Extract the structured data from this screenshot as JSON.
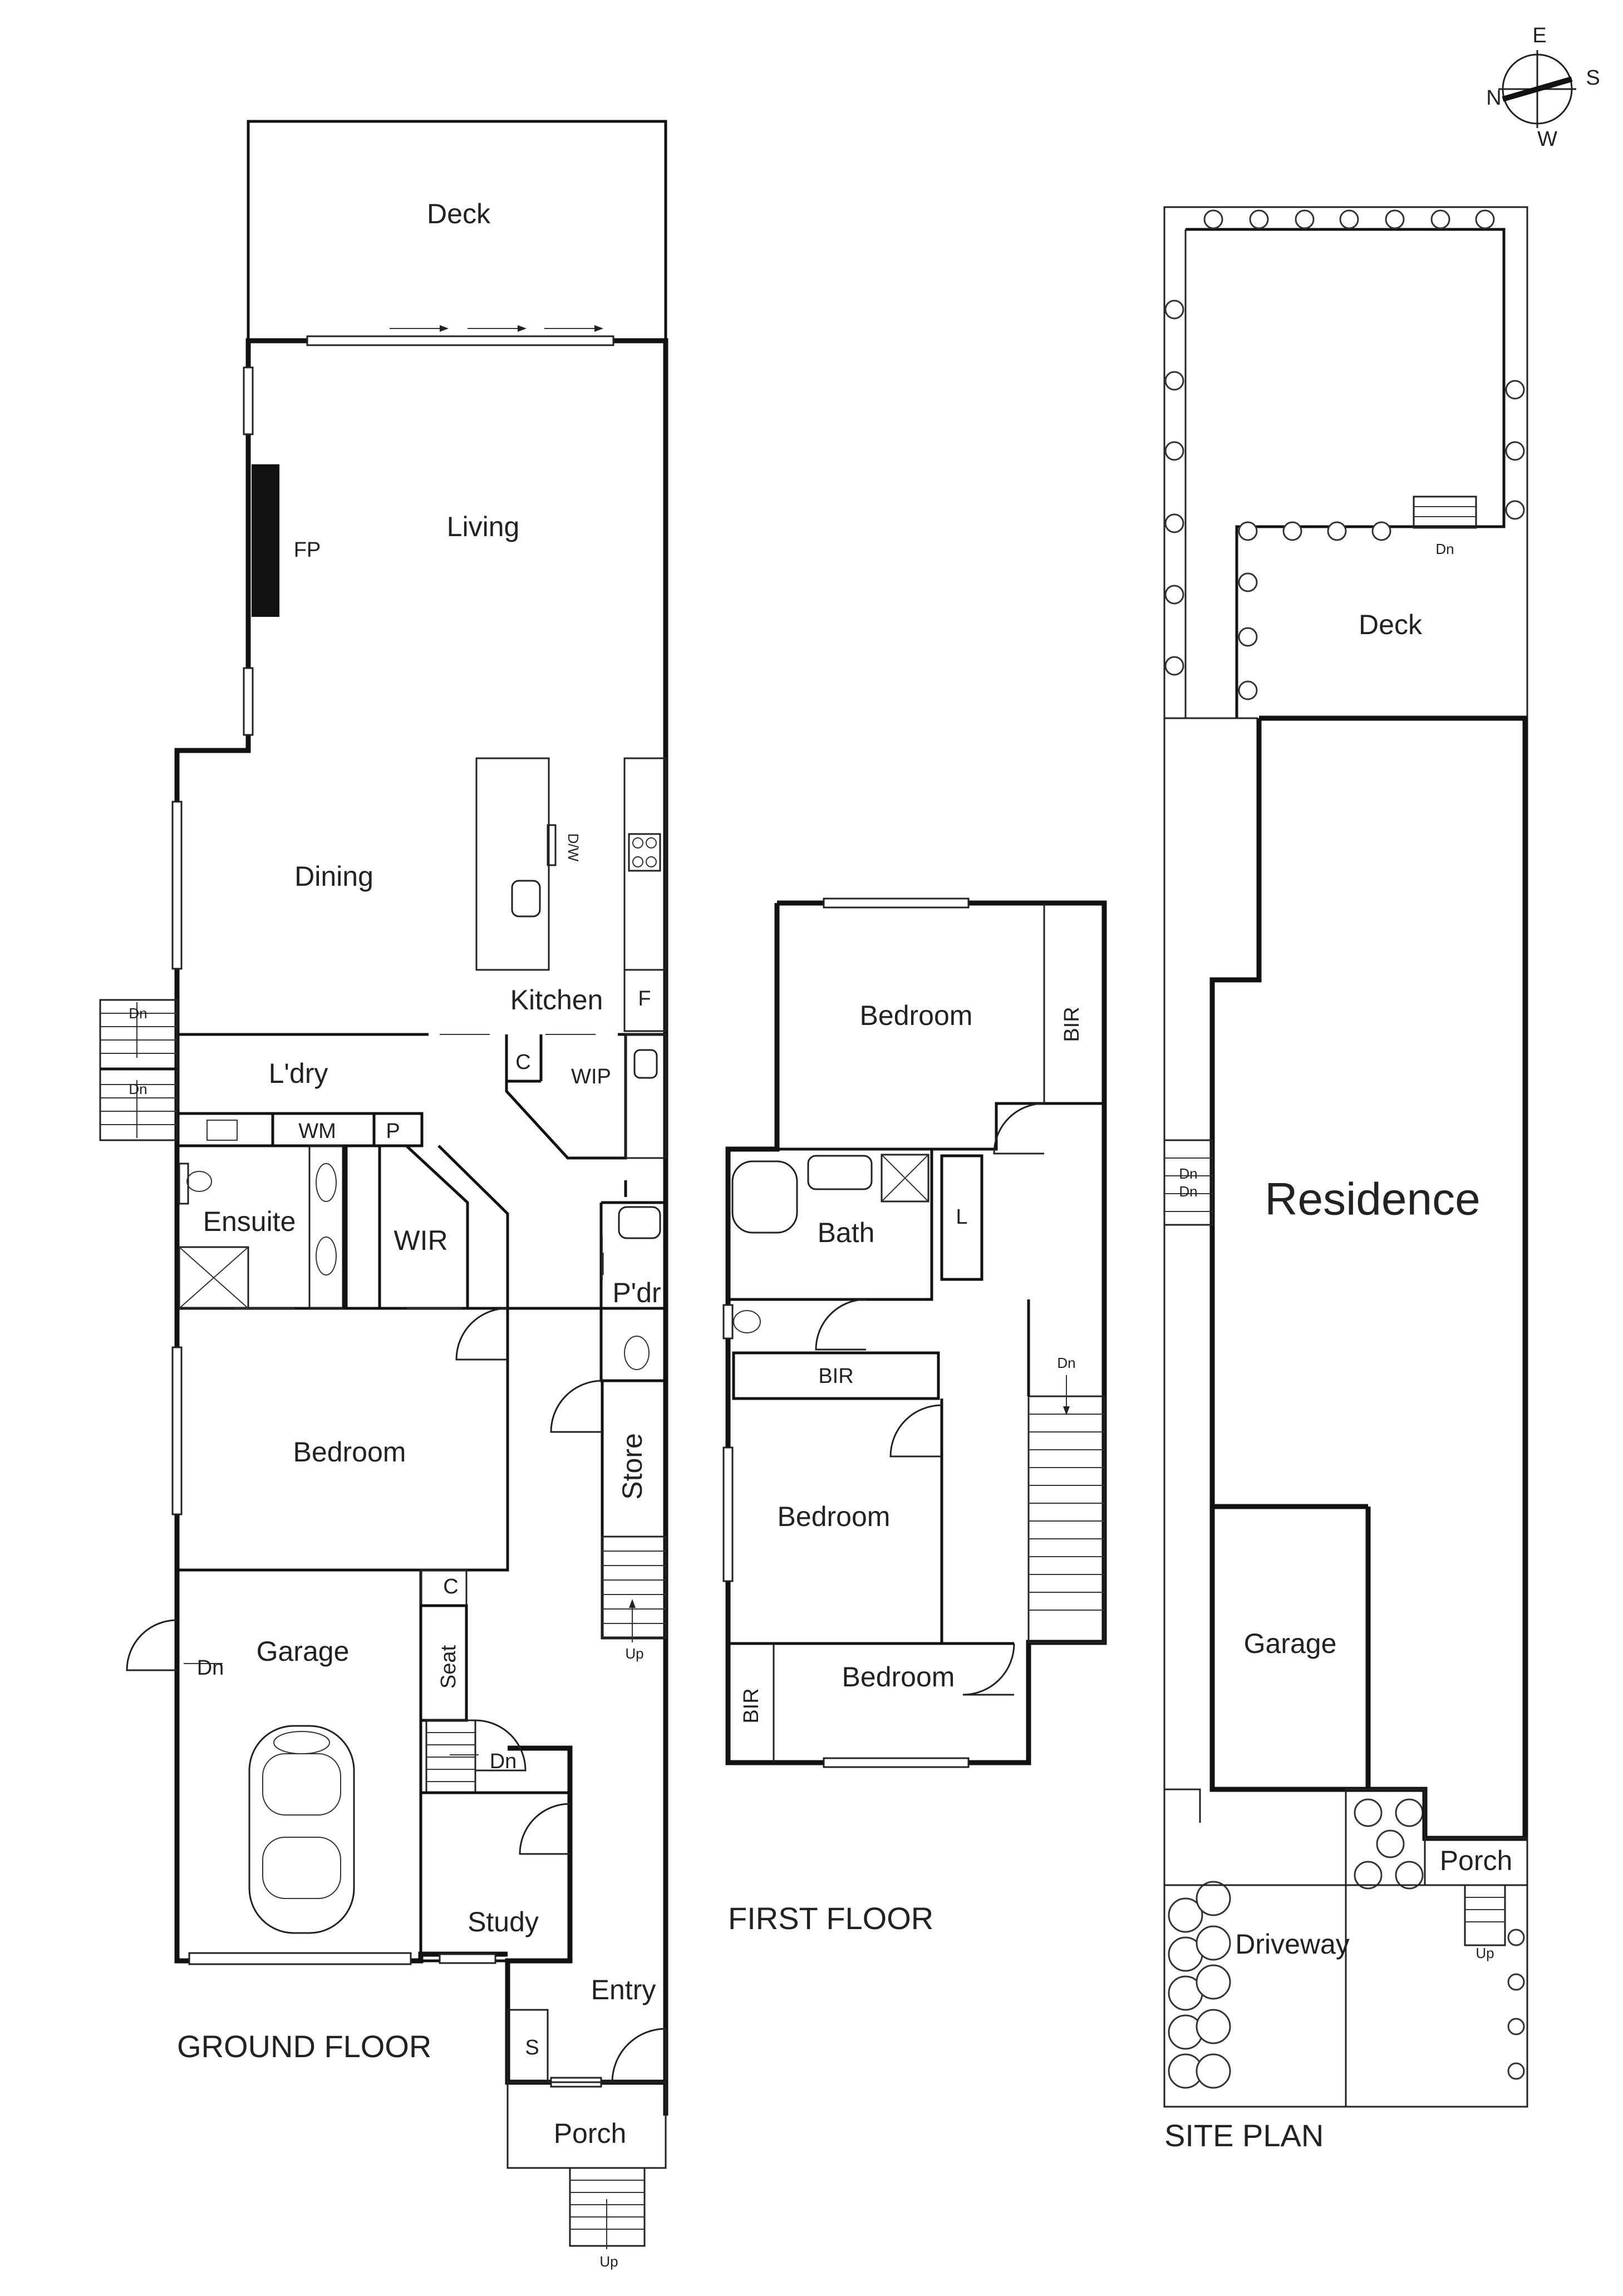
{
  "compass": {
    "e": "E",
    "s": "S",
    "w": "W",
    "n": "N"
  },
  "ground_floor": {
    "title": "GROUND FLOOR",
    "rooms": {
      "deck": "Deck",
      "living": "Living",
      "fp": "FP",
      "dining": "Dining",
      "dw": "D/W",
      "kitchen": "Kitchen",
      "fridge": "F",
      "cupboard": "C",
      "wip": "WIP",
      "laundry": "L'dry",
      "wm": "WM",
      "pantry": "P",
      "ensuite": "Ensuite",
      "wir": "WIR",
      "powder": "P'dr",
      "store": "Store",
      "bedroom": "Bedroom",
      "garage": "Garage",
      "cupboard2": "C",
      "seat": "Seat",
      "study": "Study",
      "entry": "Entry",
      "s": "S",
      "porch": "Porch"
    },
    "stairs": {
      "side_dn1": "Dn",
      "side_dn2": "Dn",
      "garage_dn": "Dn",
      "seat_dn": "Dn",
      "store_up": "Up",
      "porch_up": "Up"
    }
  },
  "first_floor": {
    "title": "FIRST FLOOR",
    "rooms": {
      "bedroom1": "Bedroom",
      "bir1": "BIR",
      "bath": "Bath",
      "l": "L",
      "bir2": "BIR",
      "bedroom2": "Bedroom",
      "bedroom3": "Bedroom",
      "bir3": "BIR"
    },
    "stairs": {
      "dn": "Dn"
    }
  },
  "site_plan": {
    "title": "SITE PLAN",
    "labels": {
      "deck": "Deck",
      "deck_dn": "Dn",
      "residence": "Residence",
      "garage": "Garage",
      "porch": "Porch",
      "driveway": "Driveway",
      "up": "Up",
      "side_dn1": "Dn",
      "side_dn2": "Dn"
    }
  }
}
